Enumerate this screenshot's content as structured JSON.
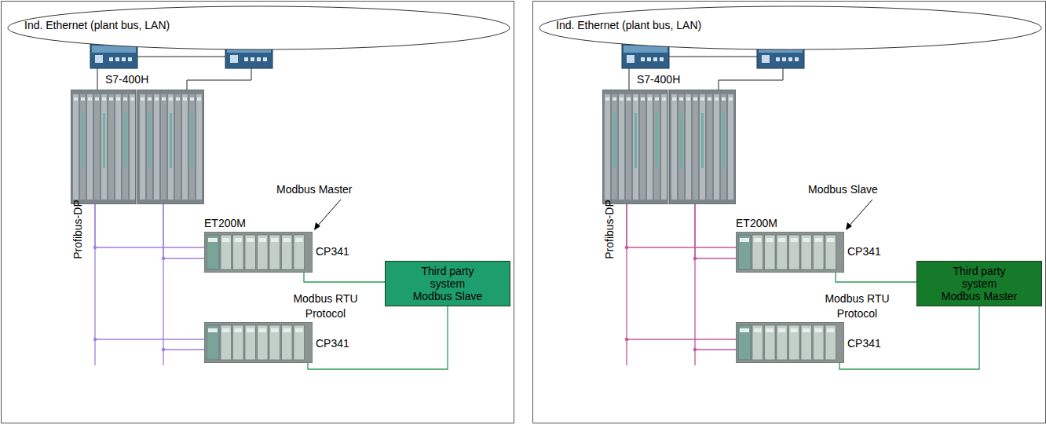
{
  "diagram": {
    "nodes": [
      {
        "text": [
          "Ind. Ethernet (plant bus, LAN)"
        ]
      },
      {
        "text": [
          "S7-400H"
        ]
      },
      {
        "text": [
          "ET200M",
          "CP341"
        ]
      },
      {
        "text": [
          "CP341"
        ]
      },
      {
        "text": [
          "Third party system Modbus Slave"
        ]
      },
      {
        "text": [
          "Ind. Ethernet (plant bus, LAN)"
        ]
      },
      {
        "text": [
          "S7-400H"
        ]
      },
      {
        "text": [
          "ET200M",
          "CP341"
        ]
      },
      {
        "text": [
          "CP341"
        ]
      },
      {
        "text": [
          "Third party system Modbus Master"
        ]
      }
    ],
    "edges": [
      {
        "from": 0,
        "to": 1,
        "arrow": "none"
      },
      {
        "from": 0,
        "to": 1,
        "arrow": "none"
      },
      {
        "from": 1,
        "to": 2,
        "arrow": "none"
      },
      {
        "from": 1,
        "to": 2,
        "arrow": "none"
      },
      {
        "from": 1,
        "to": 3,
        "arrow": "none"
      },
      {
        "from": 1,
        "to": 3,
        "arrow": "none"
      },
      {
        "from": 2,
        "to": 4,
        "arrow": "none"
      },
      {
        "from": 3,
        "to": 4,
        "arrow": "none"
      },
      {
        "from": 5,
        "to": 6,
        "arrow": "none"
      },
      {
        "from": 5,
        "to": 6,
        "arrow": "none"
      },
      {
        "from": 6,
        "to": 7,
        "arrow": "none"
      },
      {
        "from": 6,
        "to": 7,
        "arrow": "none"
      },
      {
        "from": 6,
        "to": 8,
        "arrow": "none"
      },
      {
        "from": 6,
        "to": 8,
        "arrow": "none"
      },
      {
        "from": 7,
        "to": 9,
        "arrow": "none"
      },
      {
        "from": 8,
        "to": 9,
        "arrow": "none"
      }
    ],
    "labels": [
      "Modbus Master",
      "Profibus-DP",
      "Modbus RTU Protocol",
      "Modbus Slave",
      "Profibus-DP",
      "Modbus RTU Protocol"
    ]
  }
}
